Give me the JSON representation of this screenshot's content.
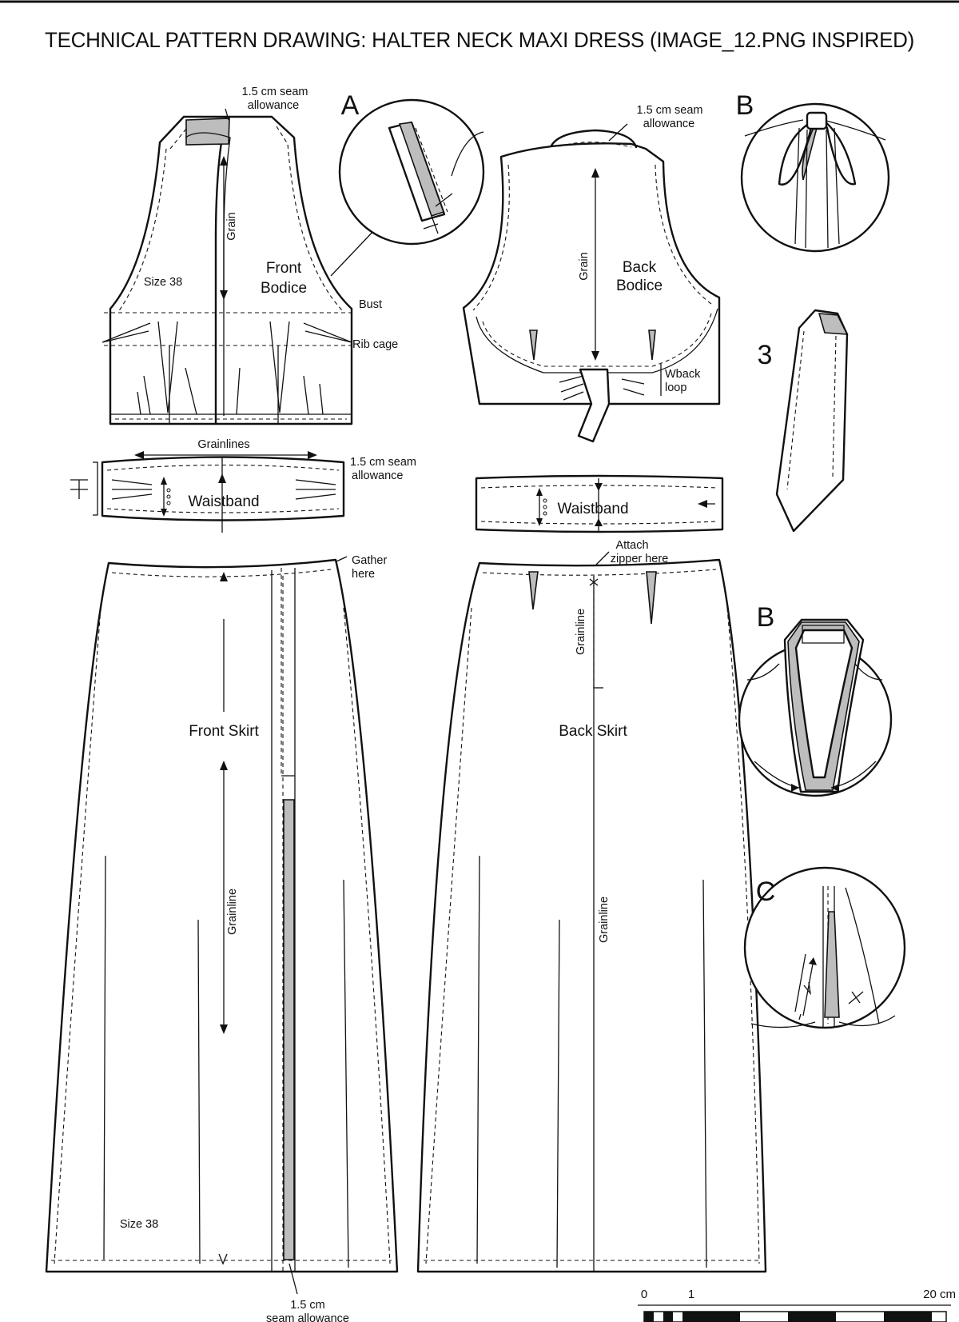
{
  "title": "TECHNICAL PATTERN DRAWING: HALTER NECK MAXI DRESS (IMAGE_12.PNG INSPIRED)",
  "pieces": {
    "front_bodice": [
      "Front",
      "Bodice"
    ],
    "back_bodice": [
      "Back",
      "Bodice"
    ],
    "waistband_front": "Waistband",
    "waistband_back": "Waistband",
    "front_skirt": "Front Skirt",
    "back_skirt": "Back Skirt"
  },
  "annotations": {
    "seam_top_front": [
      "1.5 cm seam",
      "allowance"
    ],
    "seam_top_back": [
      "1.5 cm seam",
      "allowance"
    ],
    "seam_waistband": [
      "1.5 cm seam",
      "allowance"
    ],
    "seam_bottom": [
      "1.5 cm",
      "seam allowance"
    ],
    "bust": "Bust",
    "rib_cage": "Rib cage",
    "size_bodice": "Size 38",
    "size_skirt": "Size 38",
    "grain": "Grain",
    "grain_back": "Grain",
    "grainlines": "Grainlines",
    "grainline_front_skirt": "Grainline",
    "grainline_back_upper": "Grainline",
    "grainline_back_skirt": "Grainline",
    "back_loop": [
      "Wback",
      "loop"
    ],
    "gather_here": [
      "Gather",
      "here"
    ],
    "attach_zipper": [
      "Attach",
      "zipper here"
    ]
  },
  "details": {
    "a": "A",
    "b_top": "B",
    "tie": "3",
    "b_mid": "B",
    "c": "C"
  },
  "scale": {
    "start": "0",
    "one": "1",
    "end": "20 cm"
  }
}
